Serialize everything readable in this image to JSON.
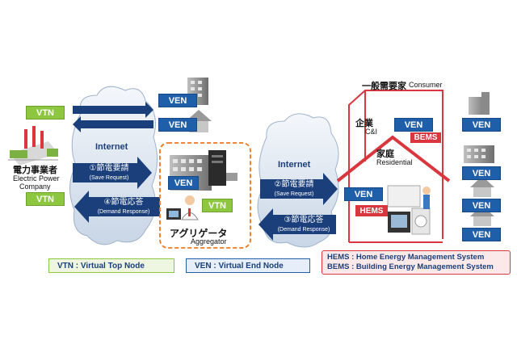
{
  "left": {
    "vtn_top": "VTN",
    "vtn_bottom": "VTN",
    "company_jp": "電力事業者",
    "company_en1": "Electric Power",
    "company_en2": "Company",
    "internet": "Internet",
    "save_request_jp": "①節電要請",
    "save_request_en": "(Save Request)",
    "demand_response_jp": "④節電応答",
    "demand_response_en": "(Demand Response)"
  },
  "aggregator": {
    "ven": "VEN",
    "vtn": "VTN",
    "name_jp": "アグリゲータ",
    "name_en": "Aggregator"
  },
  "middle": {
    "ven_top": "VEN",
    "ven_second": "VEN",
    "internet": "Internet",
    "save_request_jp": "②節電要請",
    "save_request_en": "(Save Request)",
    "demand_response_jp": "③節電応答",
    "demand_response_en": "(Demand Response)"
  },
  "consumer": {
    "title_jp": "一般需要家",
    "title_en": "Consumer",
    "ci_jp": "企業",
    "ci_en": "C&I",
    "residential_jp": "家庭",
    "residential_en": "Residential",
    "ven_ci": "VEN",
    "bems": "BEMS",
    "ven_res": "VEN",
    "hems": "HEMS"
  },
  "right_column": [
    "VEN",
    "VEN",
    "VEN",
    "VEN"
  ],
  "legend": {
    "vtn": "VTN : Virtual Top Node",
    "ven": "VEN : Virtual End Node",
    "hems": "HEMS : Home Energy Management System",
    "bems": "BEMS : Building Energy Management System"
  },
  "colors": {
    "ven_blue": "#1f5faa",
    "vtn_green": "#8dc63f",
    "ems_red": "#d9363e",
    "arrow_navy": "#1b3f7a",
    "aggregator_border": "#e87722"
  }
}
